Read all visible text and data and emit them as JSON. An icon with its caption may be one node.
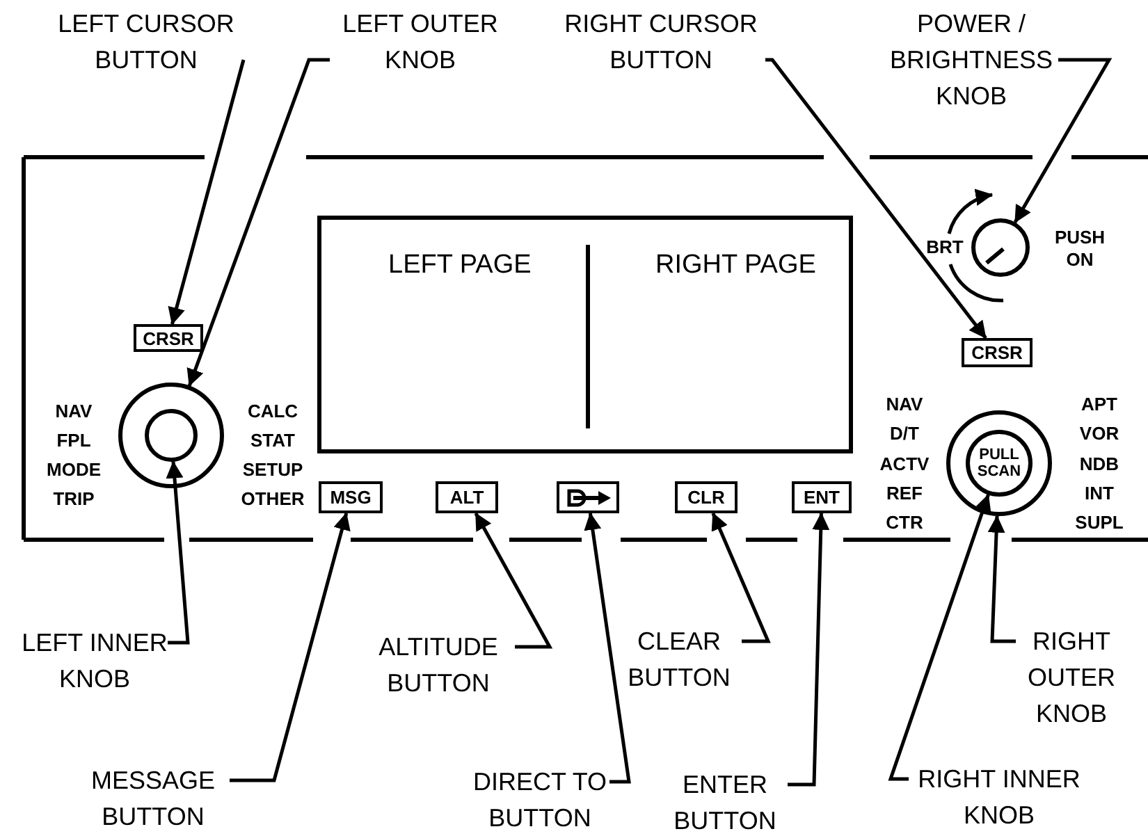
{
  "diagram": {
    "nodes": [
      {
        "text": [
          "LEFT CURSOR BUTTON"
        ]
      },
      {
        "text": [
          "LEFT OUTER KNOB"
        ]
      },
      {
        "text": [
          "RIGHT CURSOR BUTTON"
        ]
      },
      {
        "text": [
          "POWER / BRIGHTNESS KNOB"
        ]
      },
      {
        "text": [
          "LEFT PAGE",
          "RIGHT PAGE"
        ]
      },
      {
        "text": [],
        "shape": "circle"
      },
      {
        "text": [
          "CRSR"
        ]
      },
      {
        "text": [
          "CRSR"
        ]
      },
      {
        "text": [],
        "shape": "circle"
      },
      {
        "text": [],
        "shape": "circle",
        "in": 8
      },
      {
        "text": [],
        "shape": "circle"
      },
      {
        "text": [
          "PULL SCAN"
        ],
        "in": 10
      },
      {
        "text": [
          "MSG"
        ]
      },
      {
        "text": [
          "ALT"
        ]
      },
      {
        "text": [],
        "shape": "box"
      },
      {
        "text": [
          "CLR"
        ]
      },
      {
        "text": [
          "ENT"
        ]
      },
      {
        "text": [
          "LEFT INNER KNOB"
        ]
      },
      {
        "text": [
          "ALTITUDE BUTTON"
        ]
      },
      {
        "text": [
          "CLEAR BUTTON"
        ]
      },
      {
        "text": [
          "RIGHT OUTER KNOB"
        ]
      },
      {
        "text": [
          "MESSAGE BUTTON"
        ]
      },
      {
        "text": [
          "DIRECT TO BUTTON"
        ]
      },
      {
        "text": [
          "ENTER BUTTON"
        ]
      },
      {
        "text": [
          "RIGHT INNER KNOB"
        ]
      }
    ],
    "edges": [
      {
        "from": 0,
        "to": 6,
        "arrow": "to"
      },
      {
        "from": 1,
        "to": 8,
        "arrow": "to"
      },
      {
        "from": 2,
        "to": 7,
        "arrow": "to"
      },
      {
        "from": 3,
        "to": 5,
        "arrow": "to"
      },
      {
        "from": 17,
        "to": 9,
        "arrow": "to"
      },
      {
        "from": 21,
        "to": 12,
        "arrow": "to"
      },
      {
        "from": 18,
        "to": 13,
        "arrow": "to"
      },
      {
        "from": 22,
        "to": 14,
        "arrow": "to"
      },
      {
        "from": 19,
        "to": 15,
        "arrow": "to"
      },
      {
        "from": 23,
        "to": 16,
        "arrow": "to"
      },
      {
        "from": 24,
        "to": 11,
        "arrow": "to"
      },
      {
        "from": 20,
        "to": 10,
        "arrow": "to"
      }
    ],
    "labels": [
      "BRT",
      "PUSH ON",
      "NAV",
      "FPL",
      "MODE",
      "TRIP",
      "CALC",
      "STAT",
      "SETUP",
      "OTHER",
      "NAV",
      "D/T",
      "ACTV",
      "REF",
      "CTR",
      "APT",
      "VOR",
      "NDB",
      "INT",
      "SUPL"
    ]
  }
}
